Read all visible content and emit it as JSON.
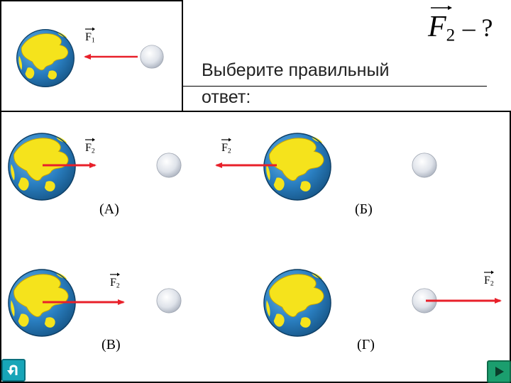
{
  "question": {
    "symbol": "F",
    "subscript": "2",
    "suffix": "– ?",
    "prompt_line1": "Выберите правильный",
    "prompt_line2": "ответ:"
  },
  "given": {
    "symbol": "F",
    "subscript": "1"
  },
  "options": [
    {
      "label": "(А)",
      "vector_symbol": "F",
      "vector_subscript": "2"
    },
    {
      "label": "(Б)",
      "vector_symbol": "F",
      "vector_subscript": "2"
    },
    {
      "label": "(В)",
      "vector_symbol": "F",
      "vector_subscript": "2"
    },
    {
      "label": "(Г)",
      "vector_symbol": "F",
      "vector_subscript": "2"
    }
  ],
  "colors": {
    "arrow": "#e8202a",
    "ocean": "#2a7fc1",
    "land": "#f5e31c",
    "moon": "#dfe3ea",
    "nav_back": "#17a5b8",
    "nav_next": "#1b9e6e"
  },
  "icons": {
    "earth": "earth-globe-icon",
    "moon": "moon-ball-icon",
    "back": "u-turn-arrow-icon",
    "next": "play-triangle-icon"
  }
}
